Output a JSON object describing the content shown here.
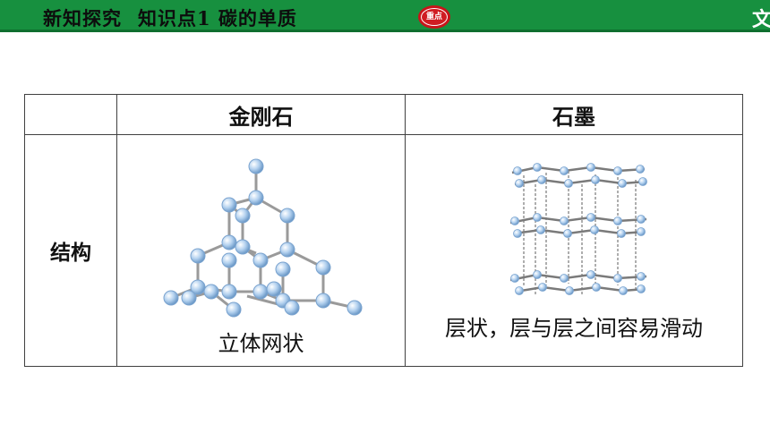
{
  "header": {
    "section": "新知探究",
    "topic": "知识点1  碳的单质",
    "badge": "重点",
    "corner_char": "文"
  },
  "table": {
    "columns": [
      "",
      "金刚石",
      "石墨"
    ],
    "row_label": "结构",
    "diamond_caption": "立体网状",
    "graphite_caption": "层状，层与层之间容易滑动"
  },
  "colors": {
    "header_bg": "#17903f",
    "badge_red": "#d01c22",
    "atom_blue": "#a8c8e8"
  },
  "icons": {
    "diamond_structure": "diamond-lattice-icon",
    "graphite_structure": "graphite-layers-icon"
  }
}
